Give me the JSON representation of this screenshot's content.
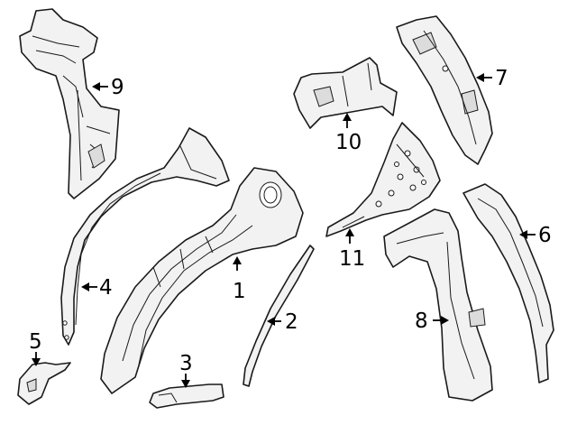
{
  "callouts": [
    {
      "id": "1",
      "label": "1"
    },
    {
      "id": "2",
      "label": "2"
    },
    {
      "id": "3",
      "label": "3"
    },
    {
      "id": "4",
      "label": "4"
    },
    {
      "id": "5",
      "label": "5"
    },
    {
      "id": "6",
      "label": "6"
    },
    {
      "id": "7",
      "label": "7"
    },
    {
      "id": "8",
      "label": "8"
    },
    {
      "id": "9",
      "label": "9"
    },
    {
      "id": "10",
      "label": "10"
    },
    {
      "id": "11",
      "label": "11"
    }
  ],
  "colors": {
    "line": "#1a1a1a",
    "fill": "#f2f2f2",
    "background": "#ffffff"
  }
}
